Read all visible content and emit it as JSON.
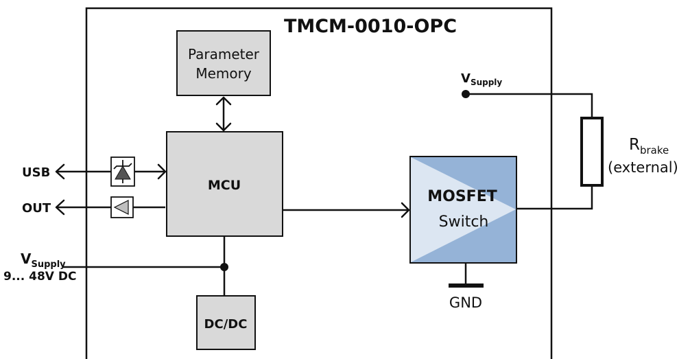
{
  "module": {
    "title": "TMCM-0010-OPC"
  },
  "blocks": {
    "parameter_memory": {
      "line1": "Parameter",
      "line2": "Memory"
    },
    "mcu": {
      "label": "MCU"
    },
    "dcdc": {
      "label": "DC/DC"
    },
    "mosfet": {
      "line1": "MOSFET",
      "line2": "Switch"
    }
  },
  "ports": {
    "usb": "USB",
    "out": "OUT",
    "vsupply_in": {
      "main": "V",
      "sub": "Supply",
      "range": "9... 48V DC"
    }
  },
  "vsupply_node": {
    "main": "V",
    "sub": "Supply"
  },
  "ground": {
    "label": "GND"
  },
  "resistor": {
    "main": "R",
    "sub": "brake",
    "note": "(external)"
  },
  "colors": {
    "block_fill": "#d9d9d9",
    "mosfet_fill": "#95b3d7",
    "mosfet_triangle": "#dce6f2",
    "line": "#111111"
  }
}
